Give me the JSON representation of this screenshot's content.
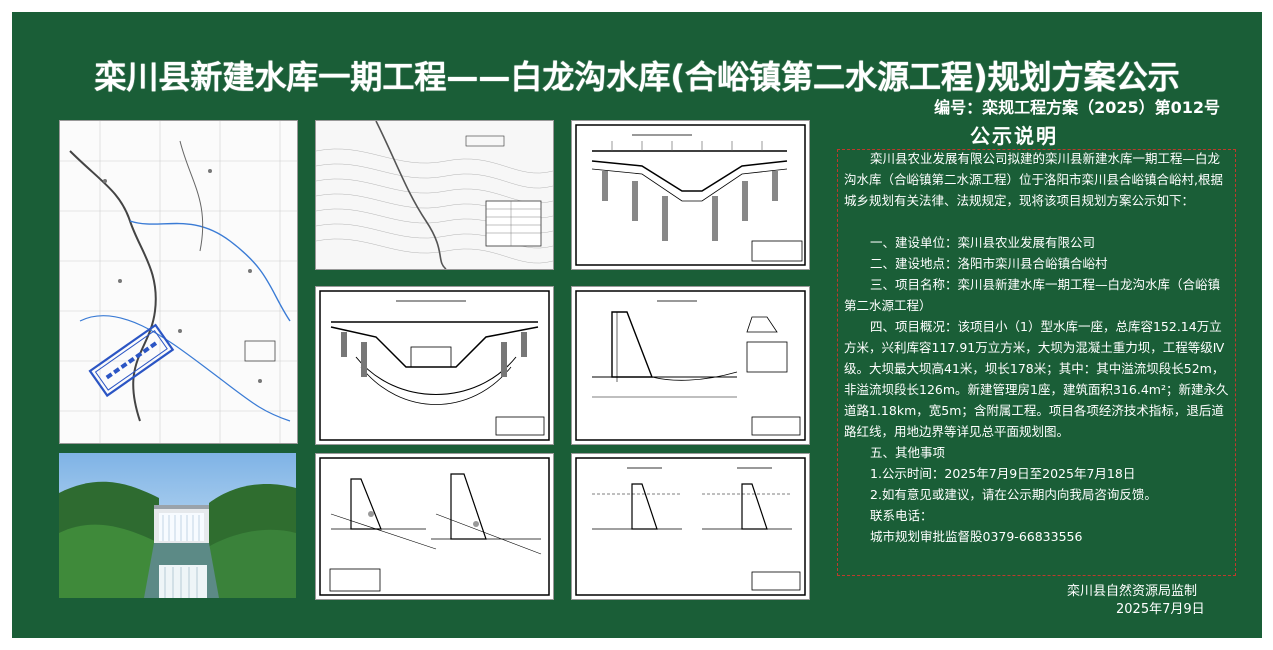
{
  "header": {
    "title": "栾川县新建水库一期工程——白龙沟水库(合峪镇第二水源工程)规划方案公示",
    "doc_number": "编号：栾规工程方案（2025）第012号"
  },
  "notice": {
    "heading": "公示说明",
    "intro": "栾川县农业发展有限公司拟建的栾川县新建水库一期工程—白龙沟水库（合峪镇第二水源工程）位于洛阳市栾川县合峪镇合峪村,根据城乡规划有关法律、法规规定，现将该项目规划方案公示如下：",
    "item1": "一、建设单位：栾川县农业发展有限公司",
    "item2": "二、建设地点：洛阳市栾川县合峪镇合峪村",
    "item3": "三、项目名称：栾川县新建水库一期工程—白龙沟水库（合峪镇第二水源工程）",
    "item4": "四、项目概况：该项目小（1）型水库一座，总库容152.14万立方米，兴利库容117.91万立方米，大坝为混凝土重力坝，工程等级Ⅳ级。大坝最大坝高41米，坝长178米；其中：其中溢流坝段长52m，非溢流坝段长126m。新建管理房1座，建筑面积316.4m²；新建永久道路1.18km，宽5m；含附属工程。项目各项经济技术指标，退后道路红线，用地边界等详见总平面规划图。",
    "item5": "五、其他事项",
    "period": "1.公示时间：2025年7月9日至2025年7月18日",
    "feedback": "2.如有意见或建议，请在公示期内向我局咨询反馈。",
    "contact_label": "联系电话：",
    "contact": "城市规划审批监督股0379-66833556"
  },
  "footer": {
    "org": "栾川县自然资源局监制",
    "date": "2025年7月9日"
  },
  "panels": [
    {
      "name": "location-map-panel",
      "kind": "map"
    },
    {
      "name": "site-plan-panel",
      "kind": "siteplan"
    },
    {
      "name": "dam-section-drawing-1",
      "kind": "section"
    },
    {
      "name": "rendering-panel",
      "kind": "rendering"
    },
    {
      "name": "dam-section-drawing-2",
      "kind": "section"
    },
    {
      "name": "dam-profile-drawing-3",
      "kind": "profile"
    },
    {
      "name": "dam-profile-drawing-4",
      "kind": "profile"
    },
    {
      "name": "dam-profile-drawing-5",
      "kind": "profile"
    }
  ],
  "colors": {
    "board": "#1a5e37",
    "text": "#ffffff",
    "dashed_border": "#c0392b"
  },
  "icons": {
    "approval-stamp": "stamp"
  }
}
